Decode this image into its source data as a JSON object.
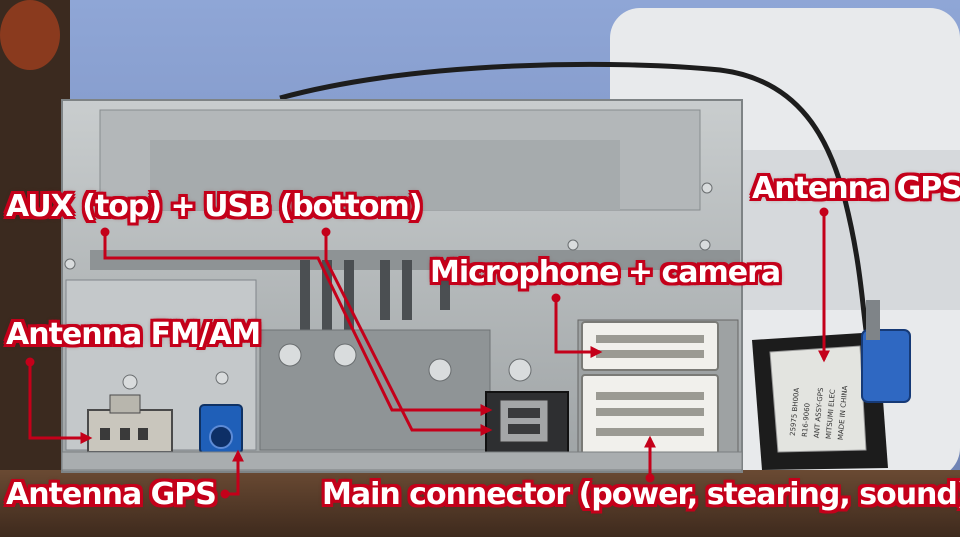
{
  "labels": {
    "aux_usb": "AUX (top) + USB (bottom)",
    "antenna_gps_right": "Antenna GPS",
    "microphone_camera": "Microphone + camera",
    "antenna_fm_am": "Antenna FM/AM",
    "antenna_gps_left": "Antenna GPS",
    "main_connector": "Main connector (power, stearing, sound)"
  },
  "module_text": {
    "line1": "25975 BH00A",
    "line2": "R16-9060",
    "line3": "ANT ASSY-GPS",
    "line4": "MITSUMI ELEC",
    "line5": "MADE IN CHINA"
  },
  "colors": {
    "arrow": "#c4001a",
    "label_text": "#ffffff",
    "label_outline": "#c4001a",
    "gps_connector": "#1f5fb8",
    "chassis": "#b9bdbf"
  }
}
